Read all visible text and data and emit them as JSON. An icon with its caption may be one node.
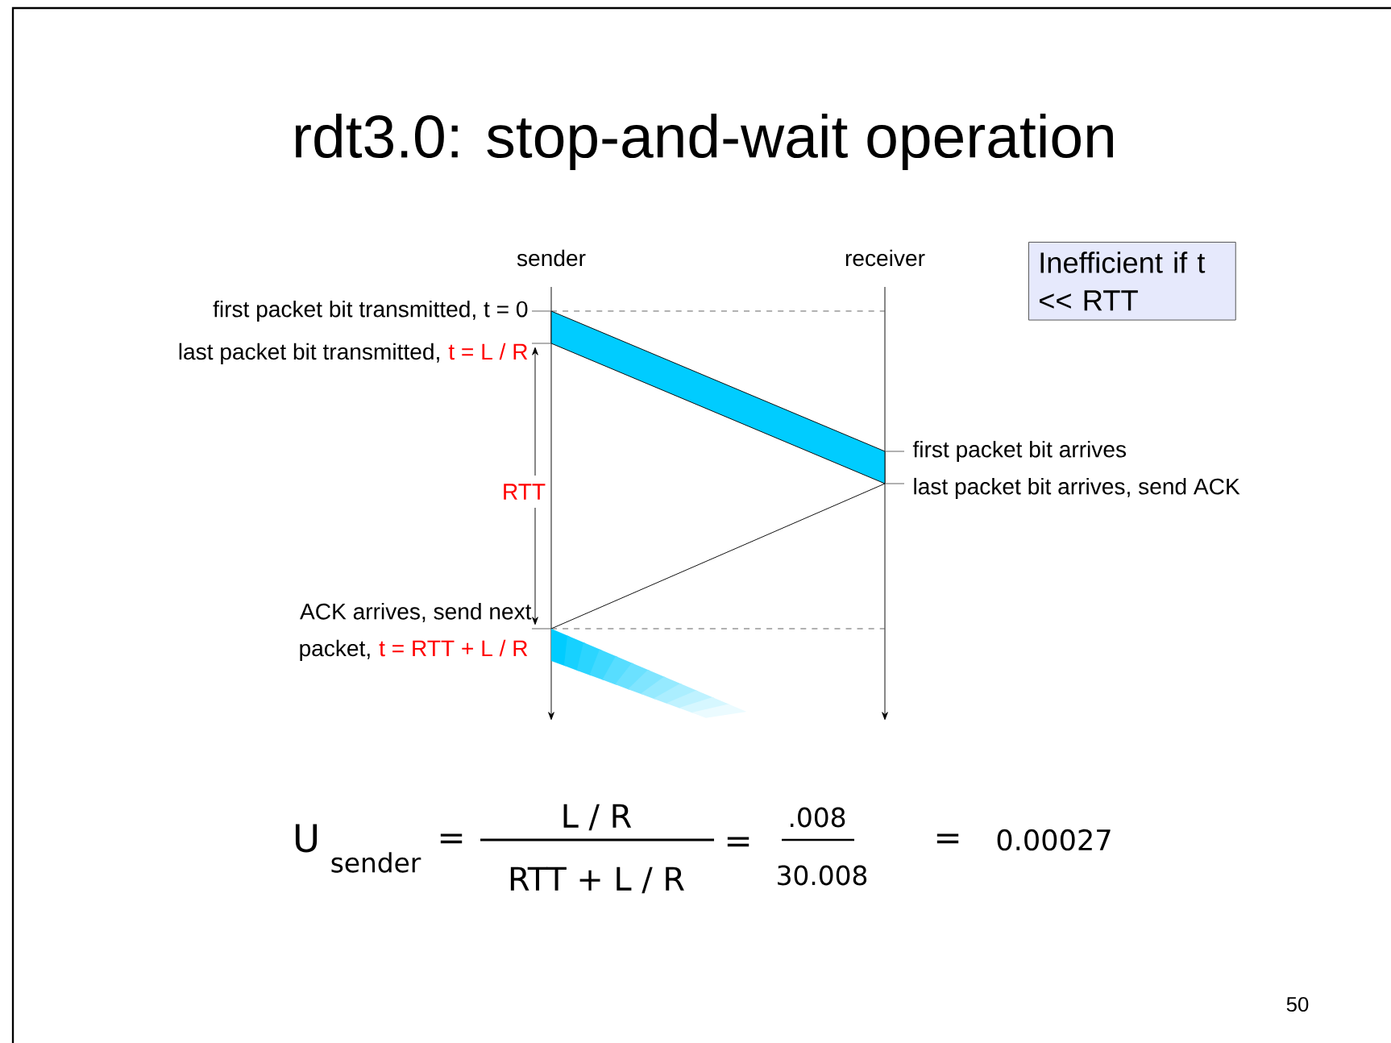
{
  "diagram": {
    "title": "rdt3.0: stop-and-wait operation",
    "nodes": [
      {
        "text": [
          "Inefficient if t << RTT"
        ]
      }
    ],
    "labels": [
      "sender",
      "receiver",
      "first packet bit transmitted, t = 0",
      "last packet bit transmitted,",
      "t = L / R",
      "first packet bit arrives",
      "RTT",
      "last packet bit arrives, send ACK",
      "ACK arrives, send next",
      "packet,",
      "t = RTT + L / R",
      "U",
      "sender",
      "=",
      "L / R",
      "RTT + L / R",
      "=",
      ".008",
      "30.008",
      "=",
      "0.00027",
      "50"
    ]
  }
}
